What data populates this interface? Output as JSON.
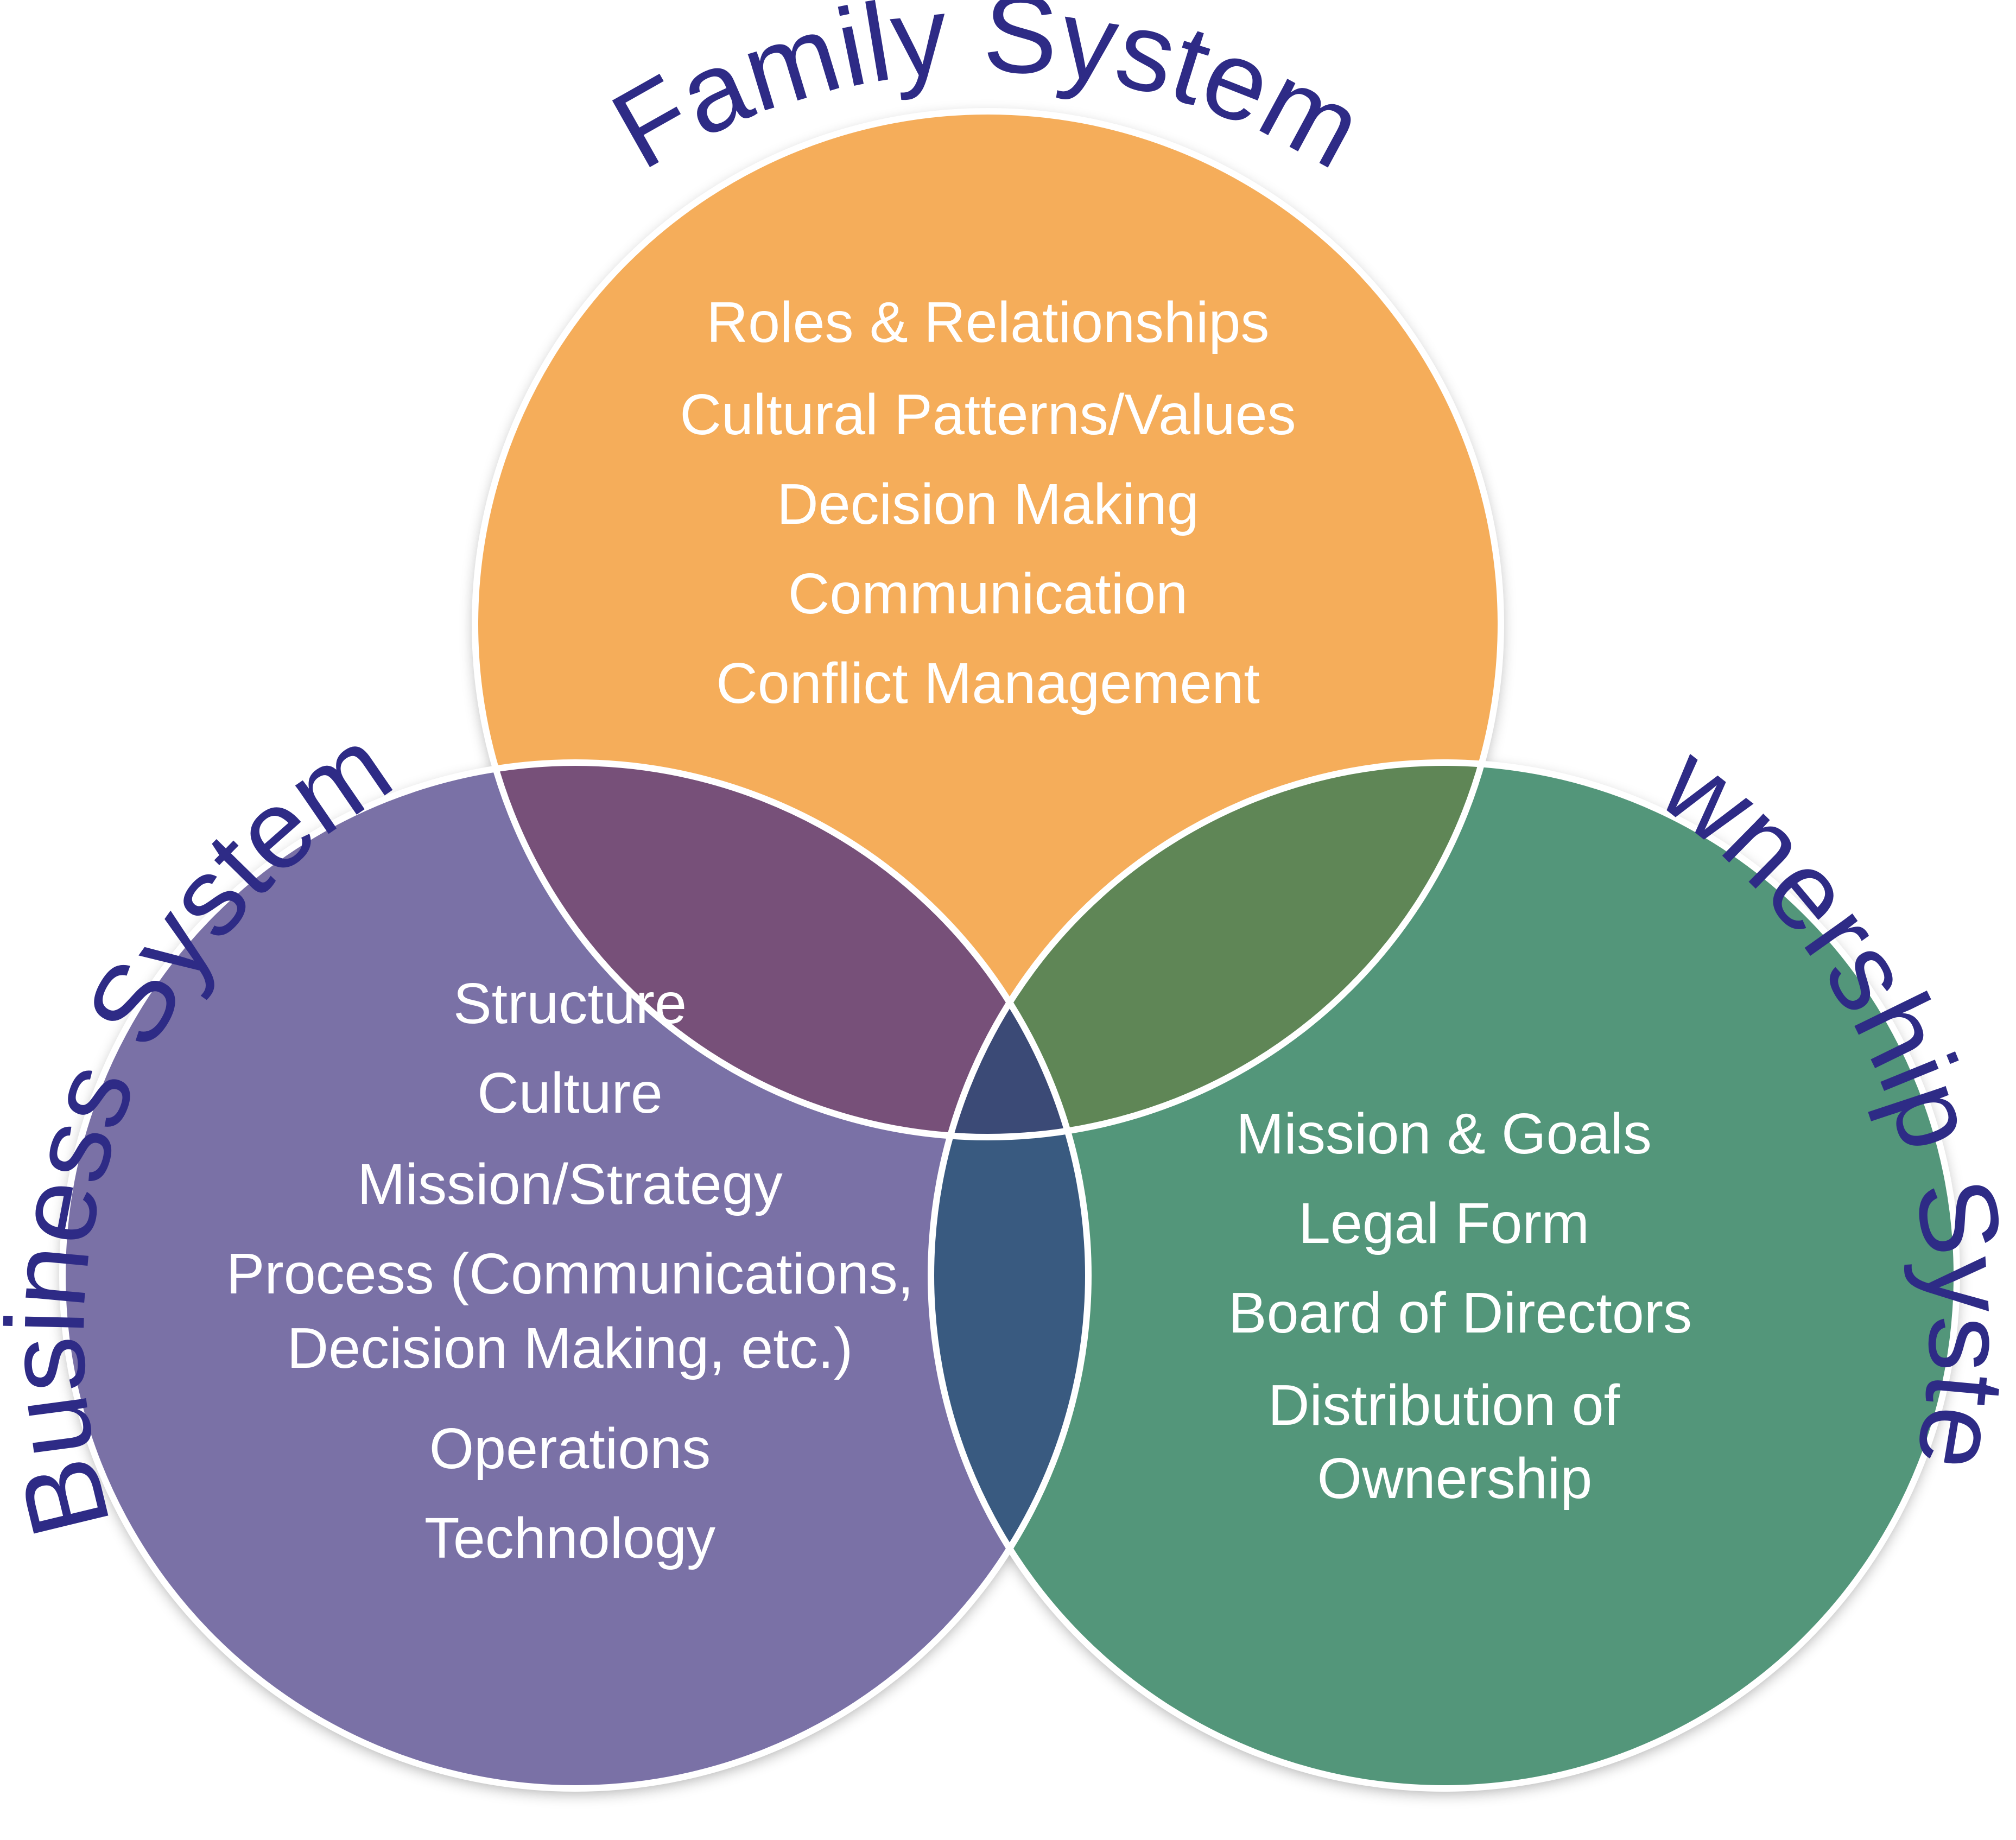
{
  "colors": {
    "family": "#f5ad5a",
    "business": "#7a71a6",
    "ownership": "#53967a",
    "family_business_overlap": "#775079",
    "family_ownership_overlap": "#5f8656",
    "business_ownership_overlap": "#395a80",
    "center_overlap": "#3b4a76",
    "title": "#2e2b86",
    "item_text": "#ffffff",
    "circle_border": "#ffffff"
  },
  "family": {
    "title": "Family System",
    "items": [
      "Roles & Relationships",
      "Cultural Patterns/Values",
      "Decision Making",
      "Communication",
      "Conflict Management"
    ]
  },
  "business": {
    "title": "Business System",
    "items": [
      "Structure",
      "Culture",
      "Mission/Strategy",
      "Process (Communications,",
      "Decision Making, etc.)",
      "Operations",
      "Technology"
    ]
  },
  "ownership": {
    "title": "Ownership System",
    "items": [
      "Mission & Goals",
      "Legal Form",
      "Board of Directors",
      "Distribution of",
      "Ownership"
    ]
  }
}
